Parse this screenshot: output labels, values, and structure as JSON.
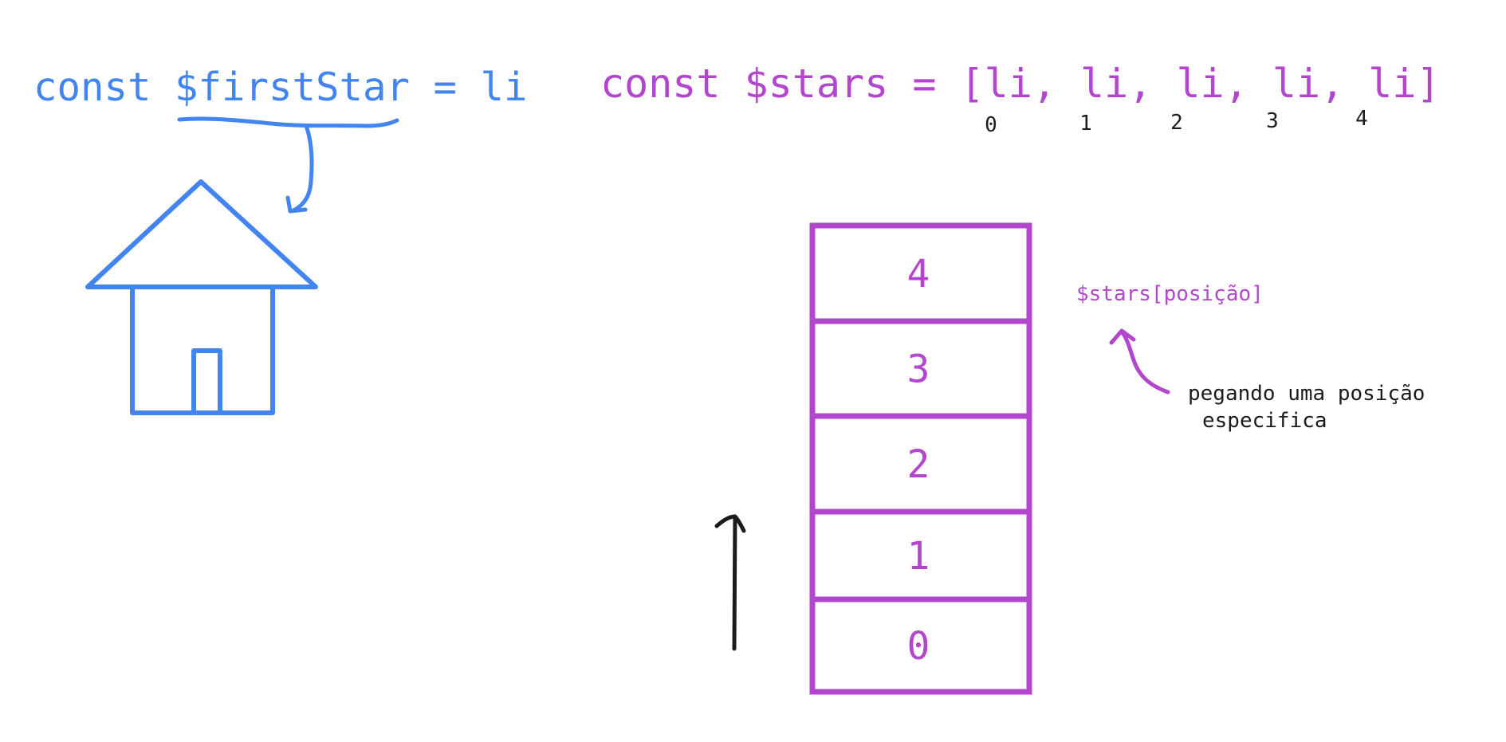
{
  "colors": {
    "blue": "#4285f0",
    "purple": "#b246cc",
    "black": "#1b1b1b"
  },
  "left_code": "const $firstStar = li",
  "right_code": "const $stars = [li, li, li, li, li]",
  "array_indices": [
    "0",
    "1",
    "2",
    "3",
    "4"
  ],
  "stack_cells": [
    "4",
    "3",
    "2",
    "1",
    "0"
  ],
  "annotation": {
    "access_syntax": "$stars[posição]",
    "description_line1": "pegando uma posição",
    "description_line2": "especifica"
  },
  "icons": {
    "house": "house-icon",
    "curved_arrow": "curved-arrow-icon",
    "up_arrow": "up-arrow-icon",
    "pointer_arrow": "pointer-arrow-icon"
  }
}
